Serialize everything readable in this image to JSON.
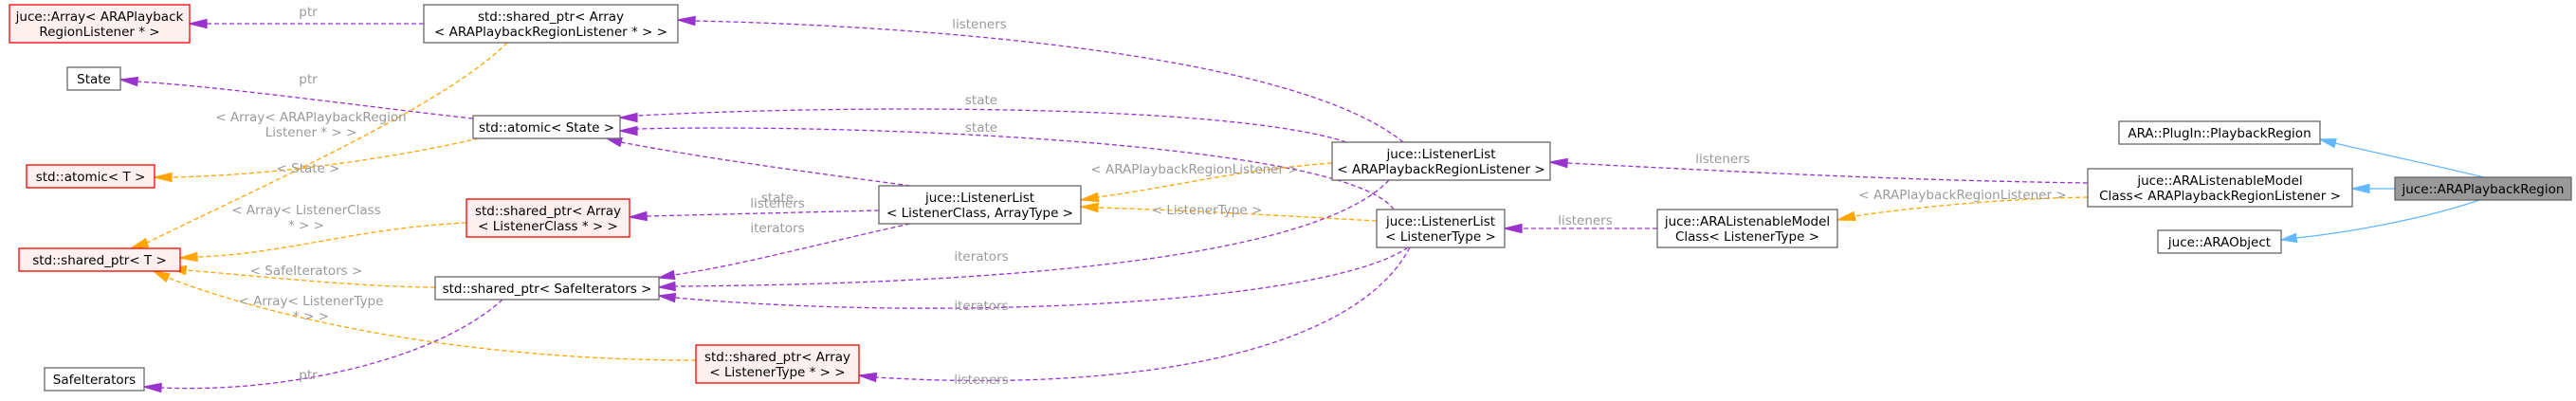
{
  "colors": {
    "border_normal": "#666666",
    "border_red": "#ff0000",
    "fill_normal": "#ffffff",
    "fill_red": "#fff0f0",
    "fill_focus": "#999999",
    "edge_purple": "#9a32cd",
    "edge_orange": "#ffa500",
    "edge_blue": "#63b8ff",
    "label_gray": "#9a9a9a"
  },
  "nodes": [
    {
      "id": "array_arapr",
      "lines": [
        "juce::Array< ARAPlayback",
        "RegionListener * >"
      ],
      "style": "red"
    },
    {
      "id": "sp_array_arapr",
      "lines": [
        "std::shared_ptr< Array",
        "< ARAPlaybackRegionListener * > >"
      ],
      "style": "normal"
    },
    {
      "id": "state",
      "lines": [
        "State"
      ],
      "style": "normal"
    },
    {
      "id": "atomic_state",
      "lines": [
        "std::atomic< State >"
      ],
      "style": "normal"
    },
    {
      "id": "atomic_t",
      "lines": [
        "std::atomic< T >"
      ],
      "style": "red"
    },
    {
      "id": "sp_array_lc",
      "lines": [
        "std::shared_ptr< Array",
        "< ListenerClass * > >"
      ],
      "style": "red"
    },
    {
      "id": "sp_t",
      "lines": [
        "std::shared_ptr< T >"
      ],
      "style": "red"
    },
    {
      "id": "ll_lc_at",
      "lines": [
        "juce::ListenerList",
        "< ListenerClass, ArrayType >"
      ],
      "style": "normal"
    },
    {
      "id": "sp_safeit",
      "lines": [
        "std::shared_ptr< SafeIterators >"
      ],
      "style": "normal"
    },
    {
      "id": "safeit",
      "lines": [
        "SafeIterators"
      ],
      "style": "normal"
    },
    {
      "id": "sp_array_lt",
      "lines": [
        "std::shared_ptr< Array",
        "< ListenerType * > >"
      ],
      "style": "red"
    },
    {
      "id": "ll_arapr",
      "lines": [
        "juce::ListenerList",
        "< ARAPlaybackRegionListener >"
      ],
      "style": "normal"
    },
    {
      "id": "ll_lt",
      "lines": [
        "juce::ListenerList",
        "< ListenerType >"
      ],
      "style": "normal"
    },
    {
      "id": "alm_lt",
      "lines": [
        "juce::ARAListenableModel",
        "Class< ListenerType >"
      ],
      "style": "normal"
    },
    {
      "id": "plugin_pr",
      "lines": [
        "ARA::PlugIn::PlaybackRegion"
      ],
      "style": "normal"
    },
    {
      "id": "alm_arapr",
      "lines": [
        "juce::ARAListenableModel",
        "Class< ARAPlaybackRegionListener >"
      ],
      "style": "normal"
    },
    {
      "id": "araobject",
      "lines": [
        "juce::ARAObject"
      ],
      "style": "normal"
    },
    {
      "id": "arapr",
      "lines": [
        "juce::ARAPlaybackRegion"
      ],
      "style": "focus"
    }
  ],
  "edges": [
    {
      "id": "e1",
      "kind": "purple",
      "from": "sp_array_arapr",
      "to": "array_arapr",
      "labels": [
        "ptr"
      ]
    },
    {
      "id": "e2",
      "kind": "purple",
      "from": "ll_arapr",
      "to": "sp_array_arapr",
      "labels": [
        "listeners"
      ]
    },
    {
      "id": "e3",
      "kind": "orange",
      "from": "sp_array_arapr",
      "to": "sp_t",
      "labels": [
        "< Array< ARAPlaybackRegion",
        "Listener * > >"
      ]
    },
    {
      "id": "e4",
      "kind": "purple",
      "from": "atomic_state",
      "to": "state",
      "labels": [
        "ptr"
      ]
    },
    {
      "id": "e5",
      "kind": "orange",
      "from": "atomic_state",
      "to": "atomic_t",
      "labels": [
        "< State >"
      ]
    },
    {
      "id": "e6",
      "kind": "purple",
      "from": "ll_arapr",
      "to": "atomic_state",
      "labels": [
        "state"
      ]
    },
    {
      "id": "e7",
      "kind": "purple",
      "from": "ll_lt",
      "to": "atomic_state",
      "labels": [
        "state"
      ]
    },
    {
      "id": "e8",
      "kind": "purple",
      "from": "ll_lc_at",
      "to": "atomic_state",
      "labels": [
        "state"
      ]
    },
    {
      "id": "e9",
      "kind": "orange",
      "from": "sp_array_lc",
      "to": "sp_t",
      "labels": [
        "< Array< ListenerClass",
        "* > >"
      ]
    },
    {
      "id": "e10",
      "kind": "purple",
      "from": "ll_lc_at",
      "to": "sp_array_lc",
      "labels": [
        "listeners"
      ]
    },
    {
      "id": "e11",
      "kind": "orange",
      "from": "sp_safeit",
      "to": "sp_t",
      "labels": [
        "< SafeIterators >"
      ]
    },
    {
      "id": "e12",
      "kind": "orange",
      "from": "sp_array_lt",
      "to": "sp_t",
      "labels": [
        "< Array< ListenerType",
        "* > >"
      ]
    },
    {
      "id": "e13",
      "kind": "purple",
      "from": "ll_lc_at",
      "to": "sp_safeit",
      "labels": [
        "iterators"
      ]
    },
    {
      "id": "e14",
      "kind": "purple",
      "from": "ll_arapr",
      "to": "sp_safeit",
      "labels": [
        "iterators"
      ]
    },
    {
      "id": "e15",
      "kind": "purple",
      "from": "ll_lt",
      "to": "sp_safeit",
      "labels": [
        "iterators"
      ]
    },
    {
      "id": "e16",
      "kind": "purple",
      "from": "sp_safeit",
      "to": "safeit",
      "labels": [
        "ptr"
      ]
    },
    {
      "id": "e17",
      "kind": "purple",
      "from": "ll_lt",
      "to": "sp_array_lt",
      "labels": [
        "listeners"
      ]
    },
    {
      "id": "e18",
      "kind": "orange",
      "from": "ll_arapr",
      "to": "ll_lc_at",
      "labels": [
        "< ARAPlaybackRegionListener >"
      ]
    },
    {
      "id": "e19",
      "kind": "orange",
      "from": "ll_lt",
      "to": "ll_lc_at",
      "labels": [
        "< ListenerType >"
      ]
    },
    {
      "id": "e20",
      "kind": "purple",
      "from": "alm_arapr",
      "to": "ll_arapr",
      "labels": [
        "listeners"
      ]
    },
    {
      "id": "e21",
      "kind": "purple",
      "from": "alm_lt",
      "to": "ll_lt",
      "labels": [
        "listeners"
      ]
    },
    {
      "id": "e22",
      "kind": "orange",
      "from": "alm_arapr",
      "to": "alm_lt",
      "labels": [
        "< ARAPlaybackRegionListener >"
      ]
    },
    {
      "id": "e23",
      "kind": "blue",
      "from": "arapr",
      "to": "plugin_pr",
      "labels": []
    },
    {
      "id": "e24",
      "kind": "blue",
      "from": "arapr",
      "to": "alm_arapr",
      "labels": []
    },
    {
      "id": "e25",
      "kind": "blue",
      "from": "arapr",
      "to": "araobject",
      "labels": []
    }
  ]
}
